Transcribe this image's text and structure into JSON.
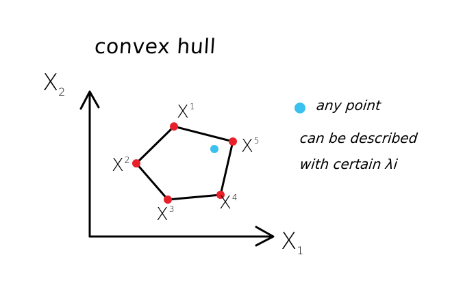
{
  "diagram": {
    "title": "convex hull",
    "axes": {
      "vertical": {
        "label": "X",
        "subscript": "2"
      },
      "horizontal": {
        "label": "X",
        "subscript": "1"
      }
    },
    "points": [
      {
        "id": "p1",
        "label": "X",
        "superscript": "1",
        "color": "#e8202a"
      },
      {
        "id": "p2",
        "label": "X",
        "superscript": "2",
        "color": "#e8202a"
      },
      {
        "id": "p3",
        "label": "X",
        "superscript": "3",
        "color": "#e8202a"
      },
      {
        "id": "p4",
        "label": "X",
        "superscript": "4",
        "color": "#e8202a"
      },
      {
        "id": "p5",
        "label": "X",
        "superscript": "5",
        "color": "#e8202a"
      }
    ],
    "interior_point": {
      "color": "#3cc0f0"
    },
    "note": {
      "marker_color": "#3cc0f0",
      "line1": "any point",
      "line2": "can be described",
      "line3": "with certain λi"
    }
  }
}
